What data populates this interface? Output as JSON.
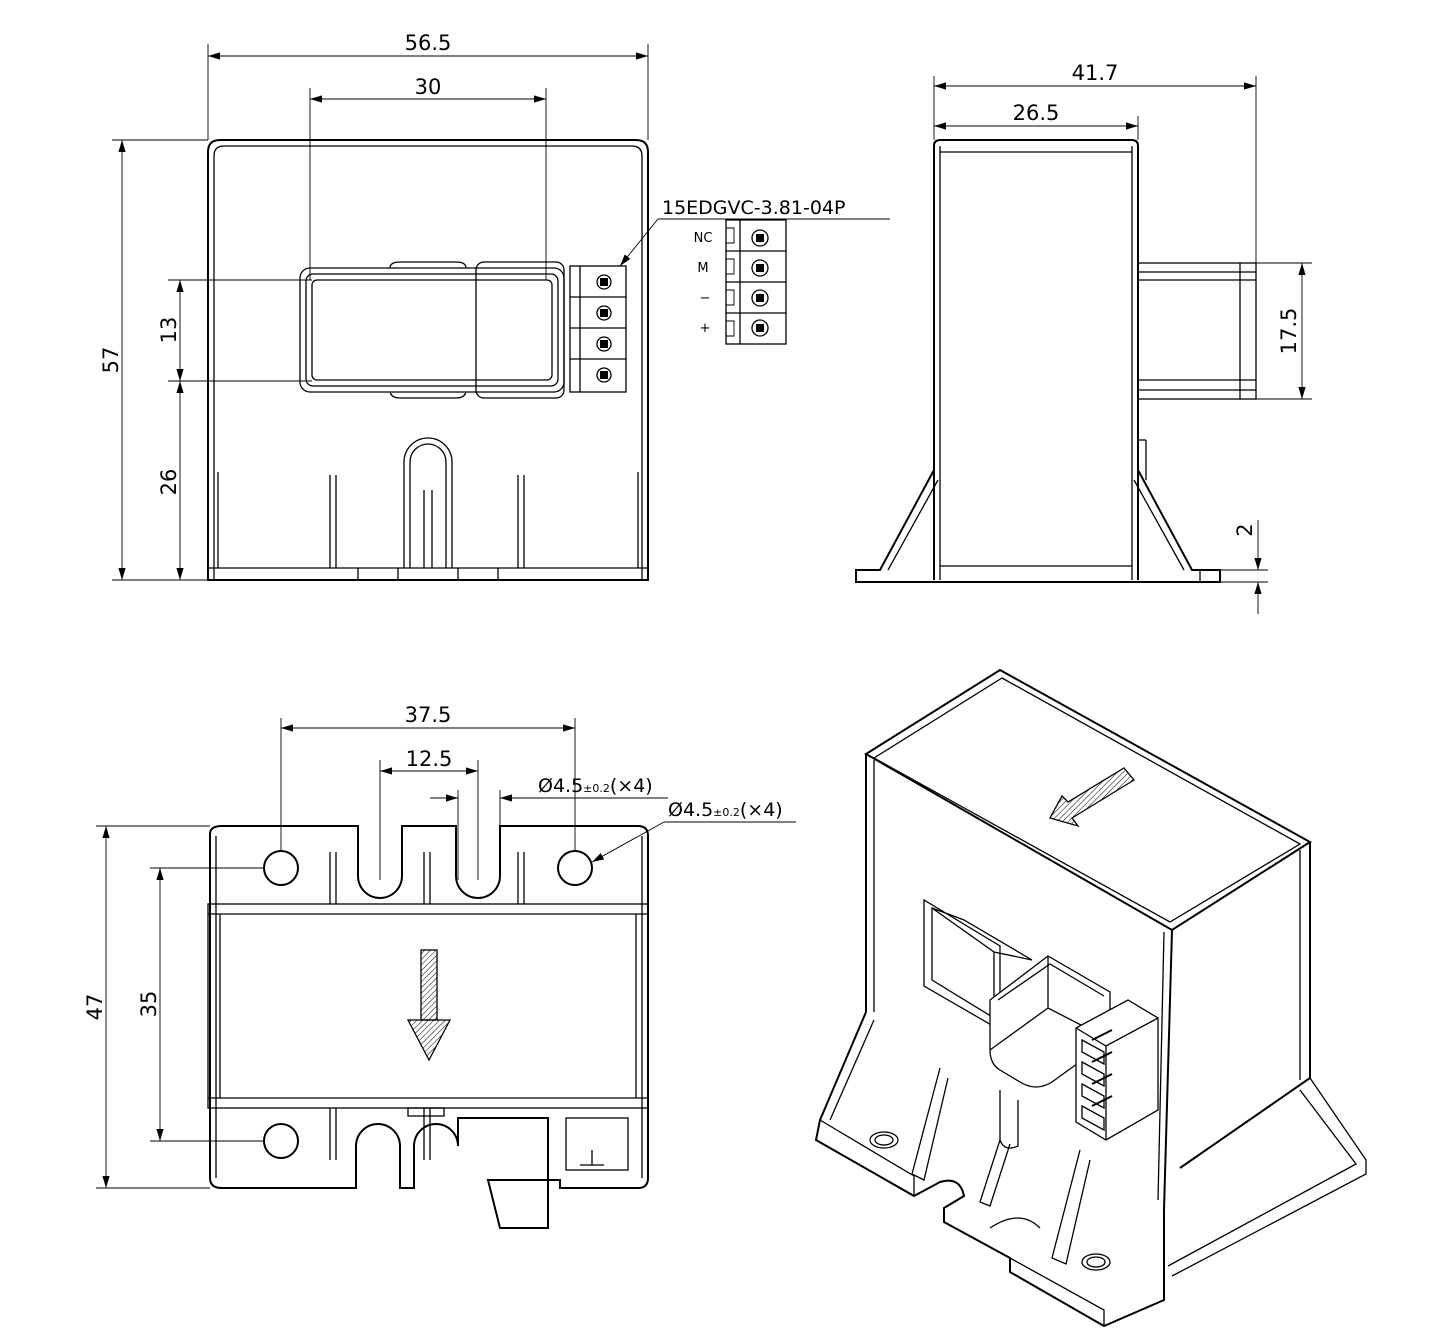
{
  "front_view": {
    "width_overall": "56.5",
    "window_width": "30",
    "height_overall": "57",
    "window_height": "13",
    "window_bottom": "26",
    "connector_part": "15EDGVC-3.81-04P",
    "pins": [
      "NC",
      "M",
      "−",
      "+"
    ]
  },
  "side_view": {
    "depth_overall": "41.7",
    "body_depth": "26.5",
    "connector_height": "17.5",
    "base_thickness": "2"
  },
  "bottom_view": {
    "hole_spacing_x": "37.5",
    "slot_width": "12.5",
    "hole_callout_1": {
      "dia": "Ø4.5",
      "tol": "±0.2",
      "qty": "(×4)"
    },
    "hole_callout_2": {
      "dia": "Ø4.5",
      "tol": "±0.2",
      "qty": "(×4)"
    },
    "height_overall": "47",
    "hole_spacing_y": "35"
  },
  "iso_view": {}
}
